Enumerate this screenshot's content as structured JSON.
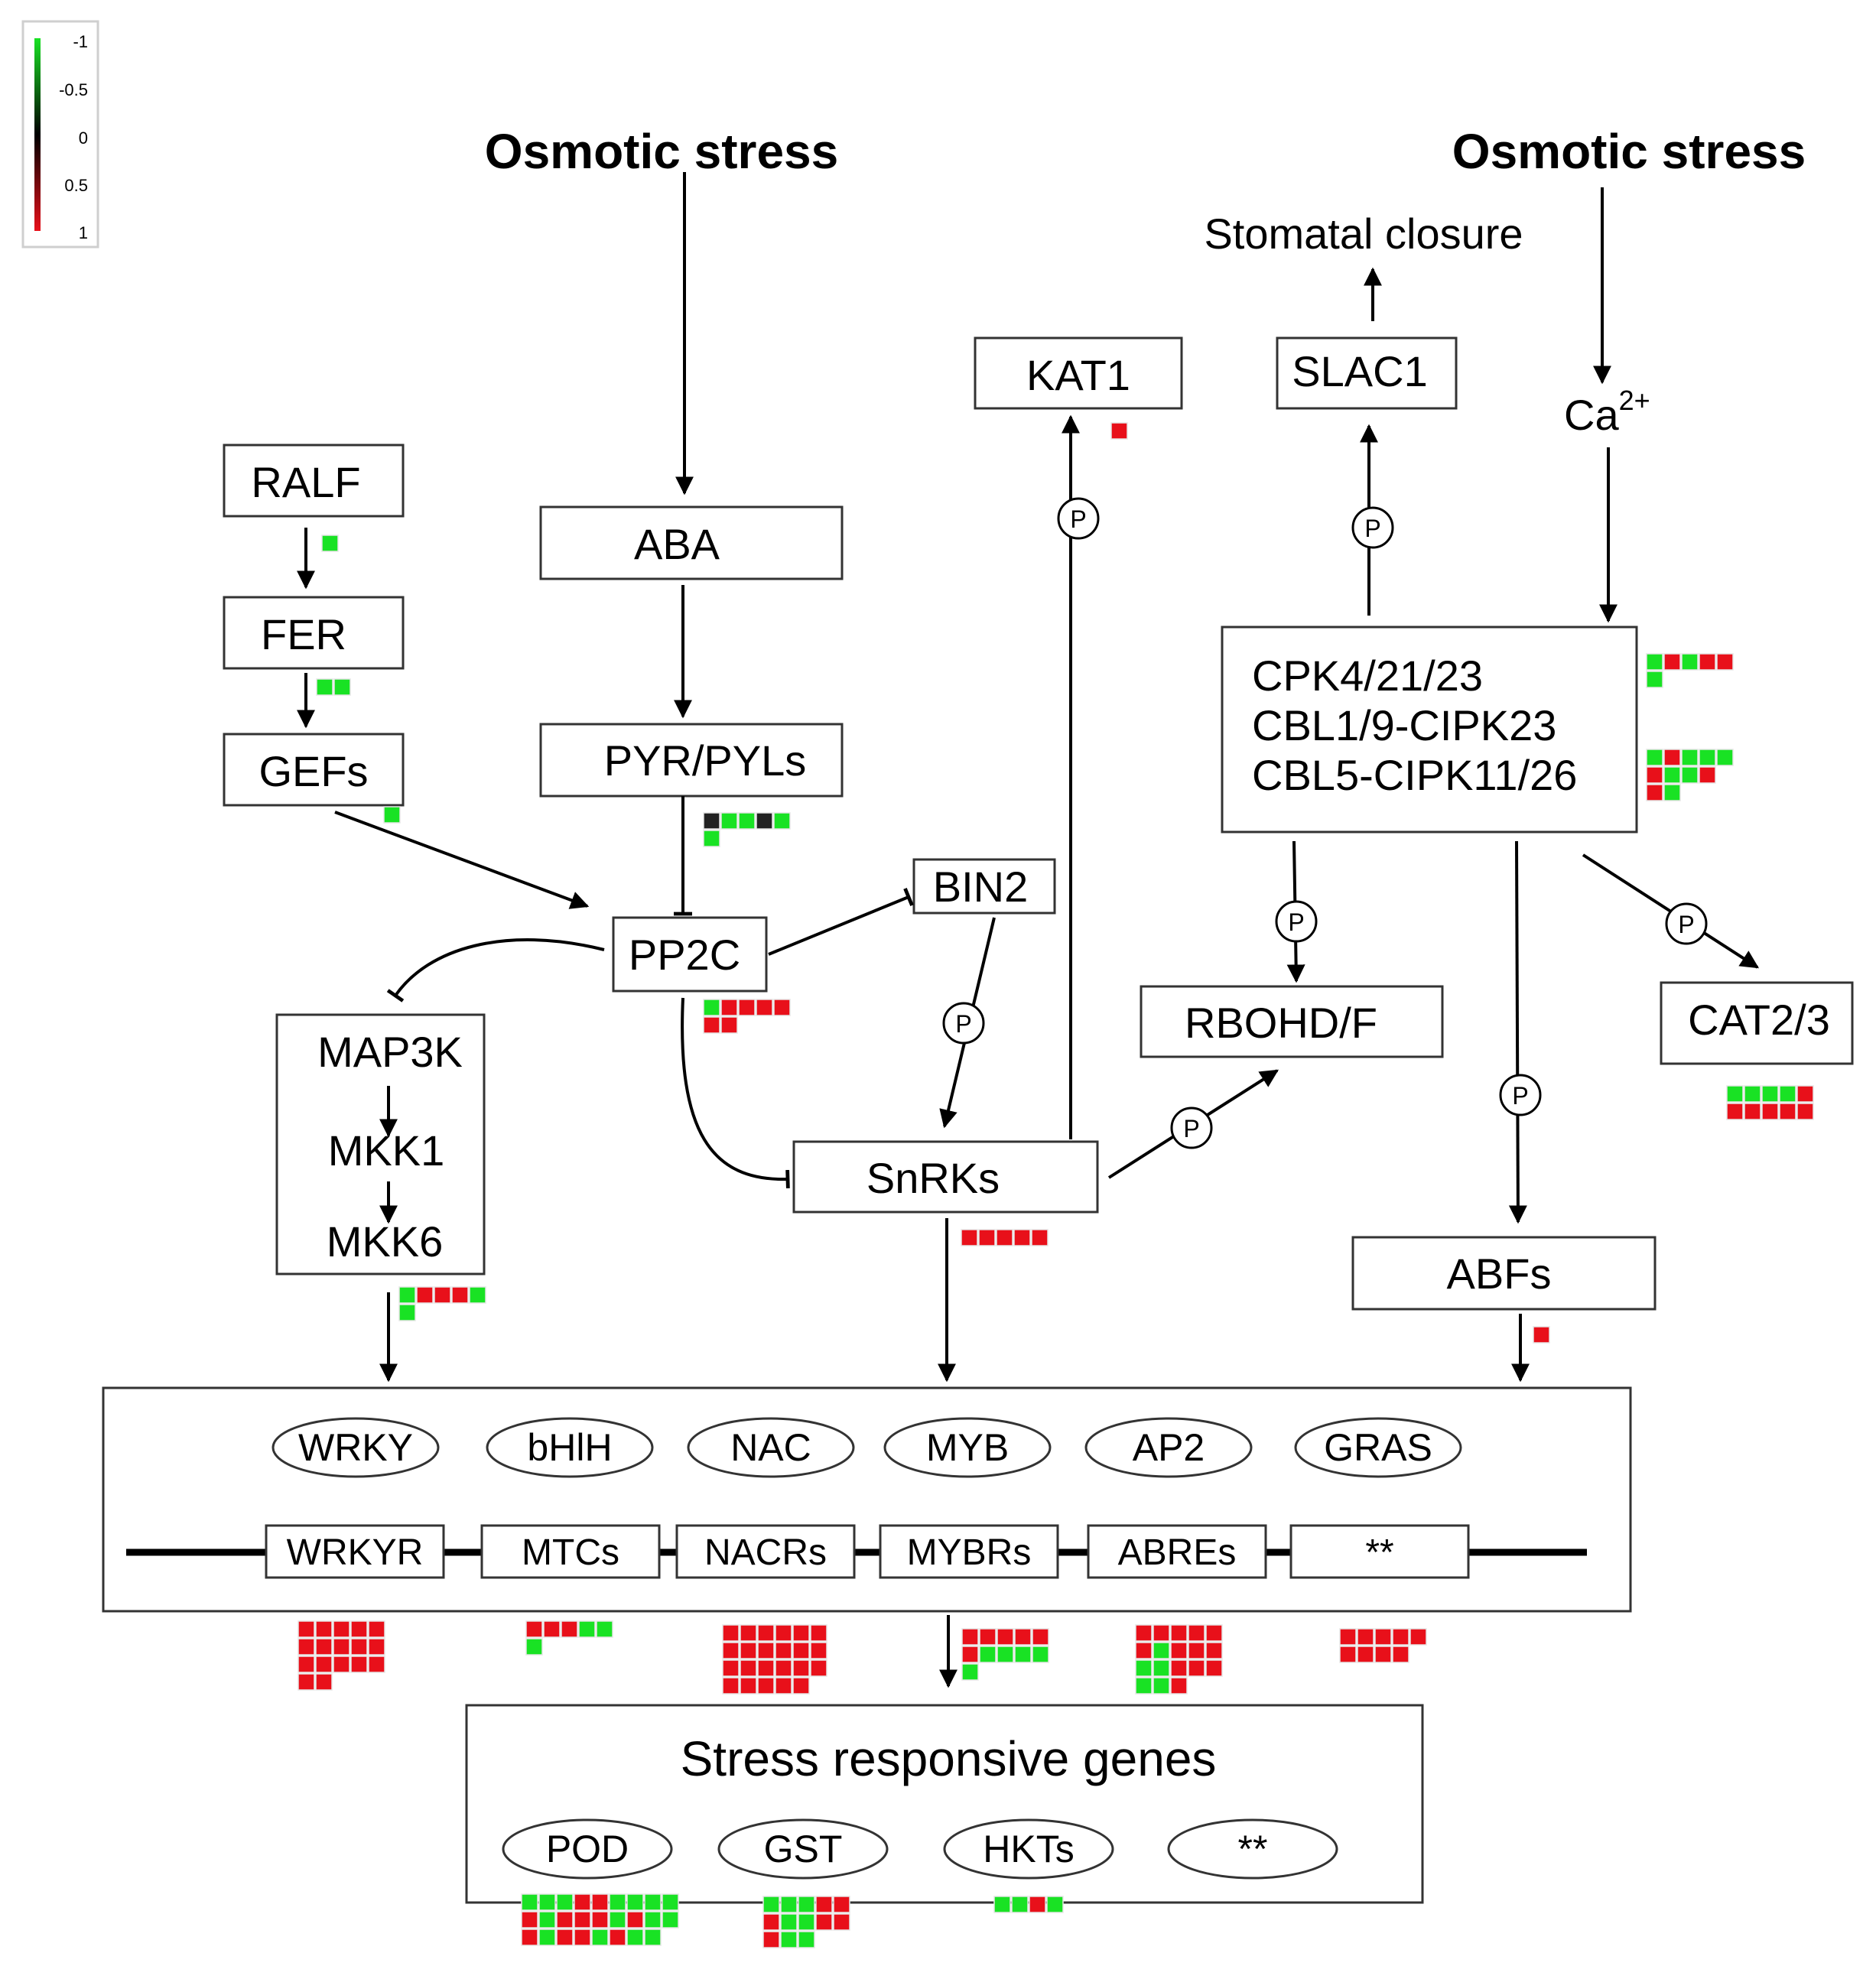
{
  "legend": {
    "ticks": [
      "-1",
      "-0.5",
      "0",
      "0.5",
      "1"
    ]
  },
  "titles": {
    "left": "Osmotic stress",
    "right": "Osmotic stress"
  },
  "stomatal": "Stomatal closure",
  "ca": {
    "base": "Ca",
    "sup": "2+"
  },
  "nodes": {
    "ralf": "RALF",
    "fer": "FER",
    "gefs": "GEFs",
    "aba": "ABA",
    "pyr": "PYR/PYLs",
    "pp2c": "PP2C",
    "bin2": "BIN2",
    "map3k": "MAP3K",
    "mkk1": "MKK1",
    "mkk6": "MKK6",
    "snrks": "SnRKs",
    "kat1": "KAT1",
    "slac1": "SLAC1",
    "cpk1": "CPK4/21/23",
    "cpk2": "CBL1/9-CIPK23",
    "cpk3": "CBL5-CIPK11/26",
    "rbohd": "RBOHD/F",
    "cat23": "CAT2/3",
    "abfs": "ABFs"
  },
  "phospho": "P",
  "tfs": [
    "WRKY",
    "bHlH",
    "NAC",
    "MYB",
    "AP2",
    "GRAS"
  ],
  "elements": [
    "WRKYR",
    "MTCs",
    "NACRs",
    "MYBRs",
    "ABREs",
    "**"
  ],
  "stress": {
    "title": "Stress responsive genes",
    "genes": [
      "POD",
      "GST",
      "HKTs",
      "**"
    ]
  },
  "colors": {
    "up": "#e8101a",
    "down": "#19e224",
    "neutral": "#222222"
  },
  "heatmaps": {
    "ralf": [
      "g"
    ],
    "fer": [
      "gg"
    ],
    "gefs": [
      "g"
    ],
    "pyr": [
      "kggkg",
      "g"
    ],
    "pp2c": [
      "grrrr",
      "rr"
    ],
    "cpkA": [
      "grgrr",
      "g"
    ],
    "cpkB": [
      "grggg",
      "rggr",
      "rg"
    ],
    "kat1": [
      "r"
    ],
    "snrks": [
      "rrrrr"
    ],
    "mapk": [
      "grrrg",
      "g"
    ],
    "cat": [
      "ggggr",
      "rrrrr"
    ],
    "abf": [
      "r"
    ],
    "wrkyr": [
      "rrrrr",
      "rrrrr",
      "rrrrr",
      "rr"
    ],
    "mtcs": [
      "rrrgg",
      "g"
    ],
    "nacrs": [
      "rrrrrr",
      "rrrrrr",
      "rrrrrr",
      "rrrrr"
    ],
    "mybrs": [
      "rrrrr",
      "rgggg",
      "g"
    ],
    "abres": [
      "rrrrr",
      "rgrrr",
      "ggrrr",
      "ggr"
    ],
    "extra": [
      "rrrrr",
      "rrrr"
    ],
    "pod": [
      "gggrrgggg",
      "rgrrrgrgg",
      "rgrrgrgg"
    ],
    "gst": [
      "gggrr",
      "rggrr",
      "rgg"
    ],
    "hkts": [
      "ggrg"
    ]
  }
}
